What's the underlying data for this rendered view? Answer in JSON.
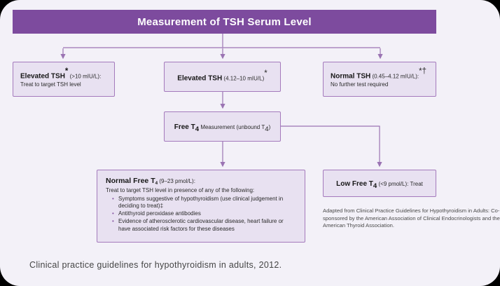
{
  "page": {
    "title": "Measurement of TSH Serum Level",
    "caption": "Clinical practice guidelines for hypothyroidism in adults, 2012."
  },
  "colors": {
    "header_bg": "#7d4b9e",
    "box_bg": "#e8e1f1",
    "box_border": "#a47abc",
    "connector": "#9b74b3",
    "canvas_bg": "#f3f1f8"
  },
  "boxes": {
    "elevated_high": {
      "title": "Elevated TSH",
      "sup": "*",
      "range": " (>10 mIU/L):",
      "body": "Treat to target TSH level"
    },
    "elevated_mid": {
      "title": "Elevated TSH",
      "range": " (4.12–10 mIU/L)",
      "sup": "*"
    },
    "normal": {
      "title": "Normal TSH",
      "range": " (0.45–4.12 mIU/L):",
      "sup": "*†",
      "body": "No further test required"
    },
    "free_t4": {
      "title": "Free T",
      "title_sub": "4",
      "rest": " Measurement (unbound T",
      "rest_sub": "4",
      "rest_close": ")"
    },
    "normal_free_t4": {
      "title": "Normal Free T",
      "title_sub": "4",
      "range": " (9–23 pmol/L):",
      "intro": "Treat to target TSH level in presence of any of the following:",
      "bullets": [
        "Symptoms suggestive of hypothyroidism (use clinical judgement in deciding to treat)‡",
        "Antithyroid peroxidase antibodies",
        "Evidence of atherosclerotic cardiovascular disease, heart failure or have associated risk factors for these diseases"
      ]
    },
    "low_free_t4": {
      "title": "Low Free T",
      "title_sub": "4",
      "range": " (<9 pmol/L):",
      "action": " Treat"
    }
  },
  "footnote": "Adapted from Clinical Practice Guidelines for Hypothyroidism in Adults: Co-sponsored by the American Association of Clinical Endocrinologists and the American Thyroid Association."
}
